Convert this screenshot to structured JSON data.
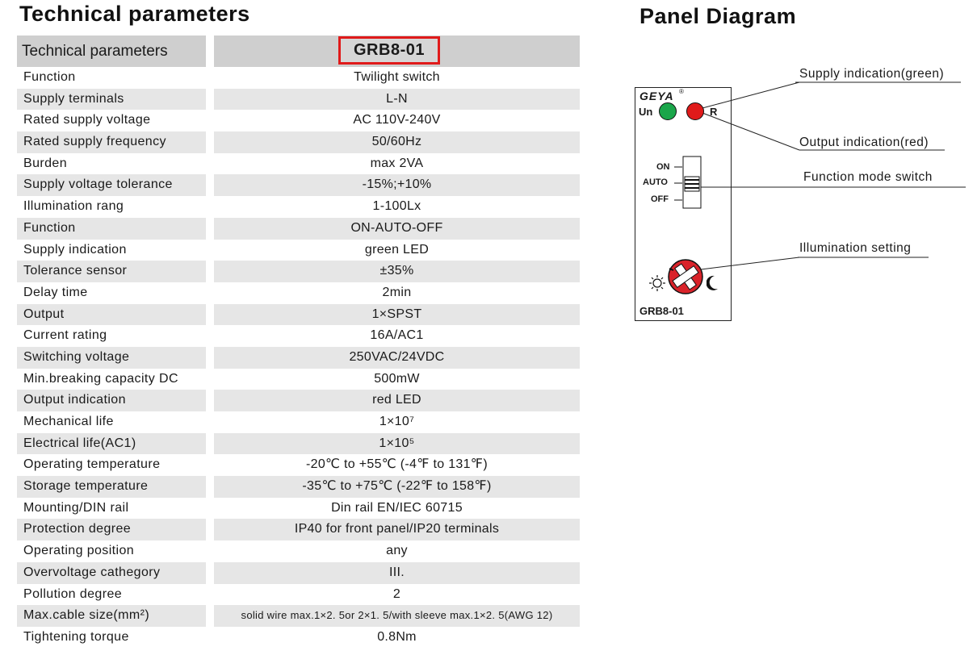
{
  "left_heading": "Technical parameters",
  "right_heading": "Panel Diagram",
  "table": {
    "header_label": "Technical parameters",
    "model": "GRB8-01",
    "rows": [
      {
        "label": "Function",
        "value": "Twilight switch"
      },
      {
        "label": "Supply terminals",
        "value": "L-N"
      },
      {
        "label": "Rated supply voltage",
        "value": "AC 110V-240V"
      },
      {
        "label": "Rated supply frequency",
        "value": "50/60Hz"
      },
      {
        "label": "Burden",
        "value": "max 2VA"
      },
      {
        "label": "Supply voltage tolerance",
        "value": "-15%;+10%"
      },
      {
        "label": "Illumination rang",
        "value": "1-100Lx"
      },
      {
        "label": "Function",
        "value": "ON-AUTO-OFF"
      },
      {
        "label": "Supply indication",
        "value": "green LED"
      },
      {
        "label": "Tolerance sensor",
        "value": "±35%"
      },
      {
        "label": "Delay time",
        "value": "2min"
      },
      {
        "label": "Output",
        "value": "1×SPST"
      },
      {
        "label": "Current rating",
        "value": "16A/AC1"
      },
      {
        "label": "Switching voltage",
        "value": "250VAC/24VDC"
      },
      {
        "label": "Min.breaking capacity DC",
        "value": "500mW"
      },
      {
        "label": "Output indication",
        "value": "red LED"
      },
      {
        "label": "Mechanical life",
        "value": "1×10⁷"
      },
      {
        "label": "Electrical life(AC1)",
        "value": "1×10⁵"
      },
      {
        "label": "Operating temperature",
        "value": "-20℃ to +55℃ (-4℉ to 131℉)"
      },
      {
        "label": "Storage temperature",
        "value": "-35℃ to +75℃ (-22℉ to 158℉)"
      },
      {
        "label": "Mounting/DIN rail",
        "value": "Din rail EN/IEC 60715"
      },
      {
        "label": "Protection degree",
        "value": "IP40 for front panel/IP20 terminals"
      },
      {
        "label": "Operating position",
        "value": "any"
      },
      {
        "label": "Overvoltage cathegory",
        "value": "III."
      },
      {
        "label": "Pollution degree",
        "value": "2"
      },
      {
        "label": "Max.cable size(mm²)",
        "value": "solid wire max.1×2. 5or 2×1. 5/with sleeve max.1×2. 5(AWG 12)"
      },
      {
        "label": "Tightening torque",
        "value": "0.8Nm"
      }
    ]
  },
  "diagram": {
    "brand": "GEYA",
    "un_label": "Un",
    "r_label": "R",
    "switch_on": "ON",
    "switch_auto": "AUTO",
    "switch_off": "OFF",
    "model": "GRB8-01",
    "callout_supply": "Supply indication(green)",
    "callout_output": "Output indication(red)",
    "callout_mode": "Function mode switch",
    "callout_illum": "Illumination  setting",
    "green_led_color": "#1aa64a",
    "red_led_color": "#e01a1a",
    "knob_color": "#d9232a"
  }
}
